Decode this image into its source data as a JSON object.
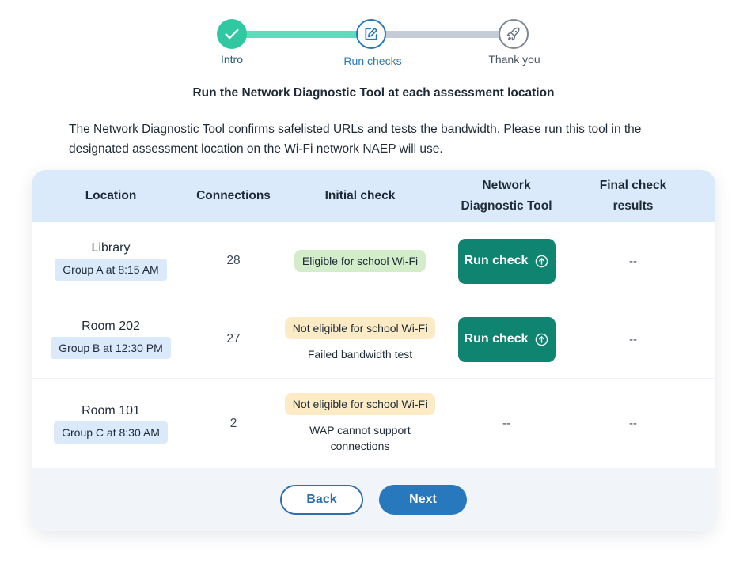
{
  "stepper": {
    "steps": [
      {
        "label": "Intro",
        "state": "complete"
      },
      {
        "label": "Run checks",
        "state": "current"
      },
      {
        "label": "Thank you",
        "state": "upcoming"
      }
    ]
  },
  "heading": "Run the Network Diagnostic Tool at each assessment location",
  "intro": "The Network Diagnostic Tool confirms safelisted URLs and tests the bandwidth. Please run this tool in the designated assessment location on the Wi-Fi network NAEP will use.",
  "table": {
    "headers": {
      "location": "Location",
      "connections": "Connections",
      "initial_check": "Initial check",
      "ndt_line1": "Network",
      "ndt_line2": "Diagnostic Tool",
      "final_line1": "Final check",
      "final_line2": "results"
    },
    "rows": [
      {
        "location": "Library",
        "group": "Group A at 8:15 AM",
        "connections": "28",
        "status": "Eligible for school Wi-Fi",
        "detail": "",
        "action": "Run check",
        "final": "--"
      },
      {
        "location": "Room 202",
        "group": "Group B at 12:30 PM",
        "connections": "27",
        "status": "Not eligible for school Wi-Fi",
        "detail": "Failed bandwidth test",
        "action": "Run check",
        "final": "--"
      },
      {
        "location": "Room 101",
        "group": "Group C at 8:30 AM",
        "connections": "2",
        "status": "Not eligible for school Wi-Fi",
        "detail": "WAP cannot support connections",
        "action": "--",
        "final": "--"
      }
    ]
  },
  "footer": {
    "back_label": "Back",
    "next_label": "Next"
  },
  "colors": {
    "accent": "#2878be",
    "success": "#2fc8a1",
    "run_button": "#0f8470",
    "eligible": "#d3ecc9",
    "not_eligible": "#fcebc5"
  },
  "icons": {
    "step1": "check-icon",
    "step2": "edit-icon",
    "step3": "rocket-icon",
    "run": "arrow-up-circle-icon"
  }
}
